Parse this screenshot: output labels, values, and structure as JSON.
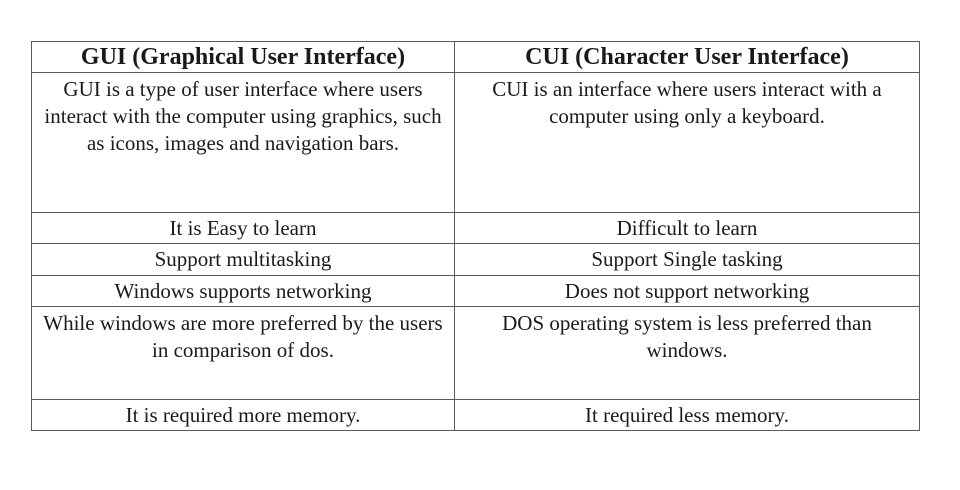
{
  "table": {
    "headers": [
      "GUI (Graphical User Interface)",
      "CUI (Character User Interface)"
    ],
    "rows": [
      [
        "GUI is a type of user interface where users interact with the computer using graphics, such as icons, images and navigation bars.",
        "CUI is an interface where users interact with a computer using only a keyboard."
      ],
      [
        "It is Easy to learn",
        "Difficult to learn"
      ],
      [
        "Support multitasking",
        "Support Single tasking"
      ],
      [
        "Windows supports networking",
        "Does not support networking"
      ],
      [
        "While windows are more preferred by the users in comparison of dos.",
        "DOS operating system is less preferred than windows."
      ],
      [
        "It is required more memory.",
        "It required less memory."
      ]
    ]
  }
}
